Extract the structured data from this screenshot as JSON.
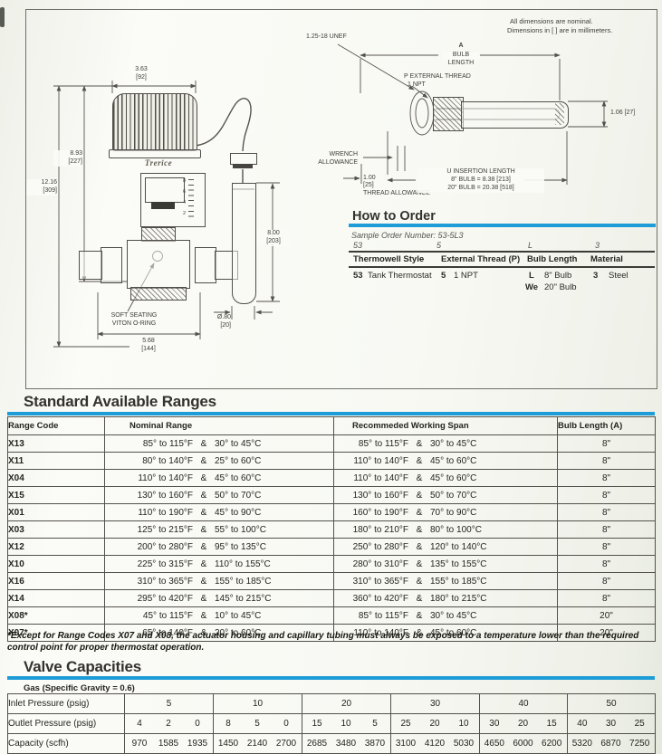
{
  "notes": {
    "line1": "All dimensions are nominal.",
    "line2": "Dimensions in [ ] are in millimeters."
  },
  "diagram": {
    "dim_width_in": "3.63",
    "dim_width_mm": "[92]",
    "dim_act_in": "8.93",
    "dim_act_mm": "[227]",
    "dim_total_in": "12.16",
    "dim_total_mm": "[309]",
    "logo": "Trerice",
    "scale_ticks": [
      "8",
      "6",
      "4",
      "2"
    ],
    "soft_line1": "SOFT SEATING",
    "soft_line2": "VITON O-RING",
    "dim_body_in": "5.68",
    "dim_body_mm": "[144]",
    "dim_bulb_in": "8.00",
    "dim_bulb_mm": "[203]",
    "dim_dia_in": "Ø.80",
    "dim_dia_mm": "[20]",
    "unef": "1.25-18 UNEF",
    "a_letter": "A",
    "a_line1": "BULB",
    "a_line2": "LENGTH",
    "p_letter": "P",
    "p_label": "EXTERNAL THREAD",
    "p_size": "1 NPT",
    "dim_tube": "1.06 [27]",
    "wrench_line1": "WRENCH",
    "wrench_line2": "ALLOWANCE",
    "ta_in": "1.00",
    "ta_mm": "[25]",
    "ta_label": "THREAD ALLOWANCE",
    "u_letter": "U",
    "u_label": "INSERTION LENGTH",
    "u_line1": "8\" BULB = 8.38 [213]",
    "u_line2": "20\" BULB = 20.38 [518]"
  },
  "how_to_order": {
    "title": "How to Order",
    "sample": "Sample Order Number: 53-5L3",
    "codes": [
      "53",
      "5",
      "L",
      "3"
    ],
    "col1_header": "Thermowell Style",
    "dash": "–",
    "col2_header": "External Thread (P)",
    "col3_header": "Bulb Length",
    "col4_header": "Material",
    "style_code": "53",
    "style_label": "Tank Thermostat",
    "thread_code": "5",
    "thread_label": "1 NPT",
    "bulb_code1": "L",
    "bulb_label1": "8\" Bulb",
    "bulb_code2": "We",
    "bulb_label2": "20\" Bulb",
    "material_code": "3",
    "material_label": "Steel"
  },
  "ranges": {
    "title": "Standard Available Ranges",
    "headers": [
      "Range Code",
      "Nominal Range",
      "Recommeded Working Span",
      "Bulb Length (A)"
    ],
    "amp": "&",
    "rows": [
      {
        "code": "X13",
        "nf": "85° to 115°F",
        "nc": "30° to 45°C",
        "wf": "85° to 115°F",
        "wc": "30° to 45°C",
        "bulb": "8\""
      },
      {
        "code": "X11",
        "nf": "80° to 140°F",
        "nc": "25° to 60°C",
        "wf": "110° to 140°F",
        "wc": "45° to 60°C",
        "bulb": "8\""
      },
      {
        "code": "X04",
        "nf": "110° to 140°F",
        "nc": "45° to 60°C",
        "wf": "110° to 140°F",
        "wc": "45° to 60°C",
        "bulb": "8\""
      },
      {
        "code": "X15",
        "nf": "130° to 160°F",
        "nc": "50° to 70°C",
        "wf": "130° to 160°F",
        "wc": "50° to 70°C",
        "bulb": "8\""
      },
      {
        "code": "X01",
        "nf": "110° to 190°F",
        "nc": "45° to 90°C",
        "wf": "160° to 190°F",
        "wc": "70° to 90°C",
        "bulb": "8\""
      },
      {
        "code": "X03",
        "nf": "125° to 215°F",
        "nc": "55° to 100°C",
        "wf": "180° to 210°F",
        "wc": "80° to 100°C",
        "bulb": "8\""
      },
      {
        "code": "X12",
        "nf": "200° to 280°F",
        "nc": "95° to 135°C",
        "wf": "250° to 280°F",
        "wc": "120° to 140°C",
        "bulb": "8\""
      },
      {
        "code": "X10",
        "nf": "225° to 315°F",
        "nc": "110° to 155°C",
        "wf": "280° to 310°F",
        "wc": "135° to 155°C",
        "bulb": "8\""
      },
      {
        "code": "X16",
        "nf": "310° to 365°F",
        "nc": "155° to 185°C",
        "wf": "310° to 365°F",
        "wc": "155° to 185°C",
        "bulb": "8\""
      },
      {
        "code": "X14",
        "nf": "295° to 420°F",
        "nc": "145° to 215°C",
        "wf": "360° to 420°F",
        "wc": "180° to 215°C",
        "bulb": "8\""
      },
      {
        "code": "X08*",
        "nf": "45° to 115°F",
        "nc": "10° to 45°C",
        "wf": "85° to 115°F",
        "wc": "30° to 45°C",
        "bulb": "20\""
      },
      {
        "code": "X07*",
        "nf": "65° to 140°F",
        "nc": "20° to 60°C",
        "wf": "110° to 140°F",
        "wc": "45° to 60°C",
        "bulb": "20\""
      }
    ],
    "footnote": "*Except for Range Codes X07 and X08, the actuator housing and capillary tubing must always be exposed to a temperature lower than the required control point for proper thermostat operation."
  },
  "capacities": {
    "title": "Valve Capacities",
    "subtitle": "Gas (Specific Gravity = 0.6)",
    "row_labels": [
      "Inlet Pressure (psig)",
      "Outlet Pressure (psig)",
      "Capacity (scfh)"
    ],
    "groups": [
      {
        "inlet": "5",
        "outlet": [
          "4",
          "2",
          "0"
        ],
        "capacity": [
          "970",
          "1585",
          "1935"
        ]
      },
      {
        "inlet": "10",
        "outlet": [
          "8",
          "5",
          "0"
        ],
        "capacity": [
          "1450",
          "2140",
          "2700"
        ]
      },
      {
        "inlet": "20",
        "outlet": [
          "15",
          "10",
          "5"
        ],
        "capacity": [
          "2685",
          "3480",
          "3870"
        ]
      },
      {
        "inlet": "30",
        "outlet": [
          "25",
          "20",
          "10"
        ],
        "capacity": [
          "3100",
          "4120",
          "5030"
        ]
      },
      {
        "inlet": "40",
        "outlet": [
          "30",
          "20",
          "15"
        ],
        "capacity": [
          "4650",
          "6000",
          "6200"
        ]
      },
      {
        "inlet": "50",
        "outlet": [
          "40",
          "30",
          "25"
        ],
        "capacity": [
          "5320",
          "6870",
          "7250"
        ]
      }
    ]
  }
}
